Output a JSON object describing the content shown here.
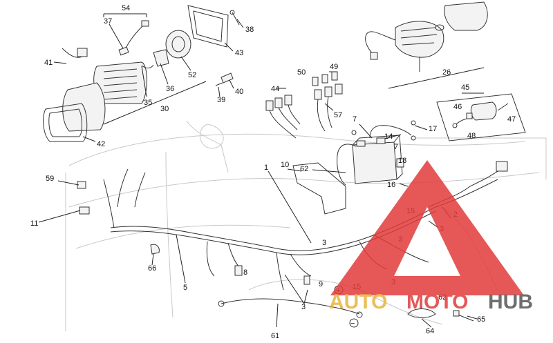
{
  "callouts": [
    {
      "id": "c54",
      "text": "54"
    },
    {
      "id": "c37",
      "text": "37"
    },
    {
      "id": "c41",
      "text": "41"
    },
    {
      "id": "c35",
      "text": "35"
    },
    {
      "id": "c36",
      "text": "36"
    },
    {
      "id": "c52",
      "text": "52"
    },
    {
      "id": "c30",
      "text": "30"
    },
    {
      "id": "c42",
      "text": "42"
    },
    {
      "id": "c38",
      "text": "38"
    },
    {
      "id": "c43",
      "text": "43"
    },
    {
      "id": "c40",
      "text": "40"
    },
    {
      "id": "c39",
      "text": "39"
    },
    {
      "id": "c26",
      "text": "26"
    },
    {
      "id": "c45",
      "text": "45"
    },
    {
      "id": "c46",
      "text": "46"
    },
    {
      "id": "c47",
      "text": "47"
    },
    {
      "id": "c48",
      "text": "48"
    },
    {
      "id": "c44",
      "text": "44"
    },
    {
      "id": "c50",
      "text": "50"
    },
    {
      "id": "c49",
      "text": "49"
    },
    {
      "id": "c57",
      "text": "57"
    },
    {
      "id": "c7a",
      "text": "7"
    },
    {
      "id": "c14",
      "text": "14"
    },
    {
      "id": "c7b",
      "text": "7"
    },
    {
      "id": "c17",
      "text": "17"
    },
    {
      "id": "c1",
      "text": "1"
    },
    {
      "id": "c10",
      "text": "10"
    },
    {
      "id": "c62a",
      "text": "62"
    },
    {
      "id": "c18",
      "text": "18"
    },
    {
      "id": "c16",
      "text": "16"
    },
    {
      "id": "c15a",
      "text": "15"
    },
    {
      "id": "c2",
      "text": "2"
    },
    {
      "id": "c3a",
      "text": "3"
    },
    {
      "id": "c59",
      "text": "59"
    },
    {
      "id": "c11",
      "text": "11"
    },
    {
      "id": "c66",
      "text": "66"
    },
    {
      "id": "c5",
      "text": "5"
    },
    {
      "id": "c8",
      "text": "8"
    },
    {
      "id": "c3b",
      "text": "3"
    },
    {
      "id": "c9",
      "text": "9"
    },
    {
      "id": "c3c",
      "text": "3"
    },
    {
      "id": "c15b",
      "text": "15"
    },
    {
      "id": "c3d",
      "text": "3"
    },
    {
      "id": "c62b",
      "text": "62"
    },
    {
      "id": "c61",
      "text": "61"
    },
    {
      "id": "c64",
      "text": "64"
    },
    {
      "id": "c65",
      "text": "65"
    },
    {
      "id": "c3e",
      "text": "3"
    }
  ],
  "watermark": {
    "word1": "AUTO",
    "word2": "MOTO",
    "word3": "HUB",
    "accent_color": "#e23b3b",
    "gold_color": "#e8b33a",
    "dark_color": "#555555"
  },
  "symbols": {
    "plus": "+",
    "minus": "−"
  }
}
